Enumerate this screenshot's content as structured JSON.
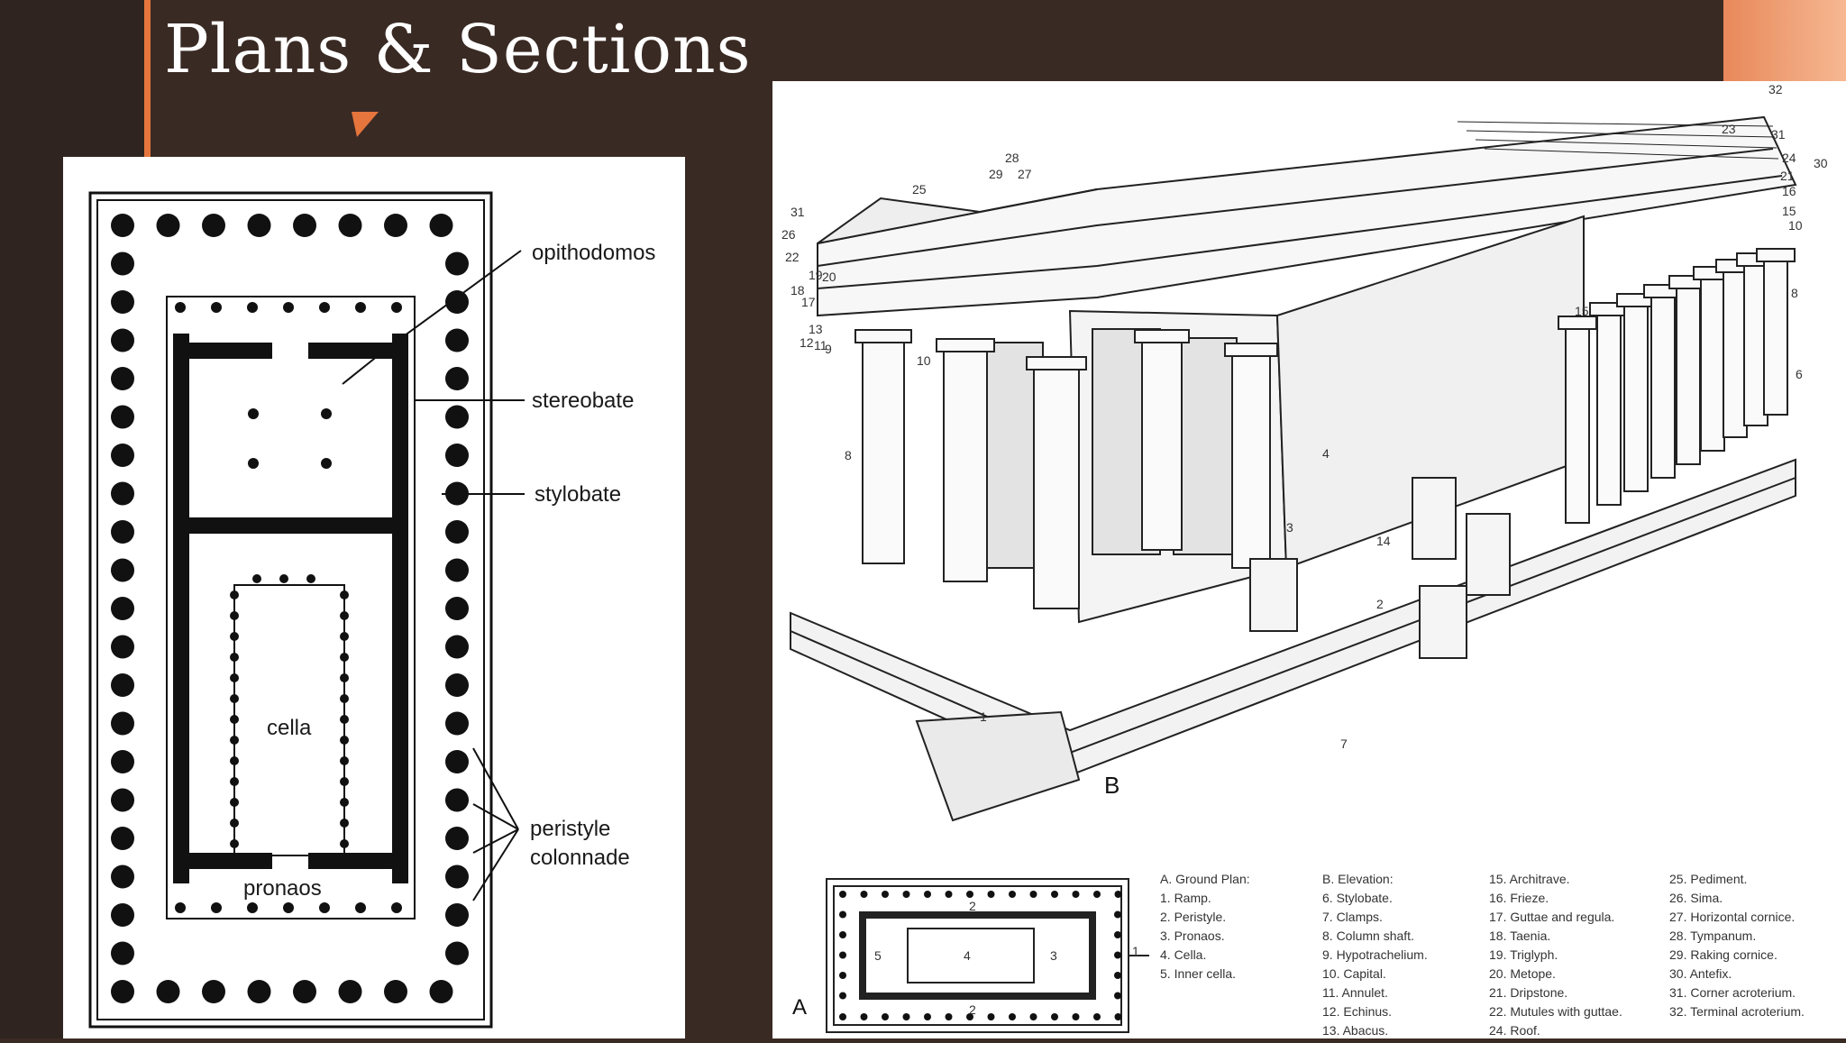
{
  "slide": {
    "title": "Plans & Sections"
  },
  "ground_plan": {
    "labels": {
      "opithodomos": "opithodomos",
      "stereobate": "stereobate",
      "stylobate": "stylobate",
      "cella": "cella",
      "pronaos": "pronaos",
      "peristyle_line1": "peristyle",
      "peristyle_line2": "colonnade"
    }
  },
  "elevation": {
    "figure_label_b": "B",
    "figure_label_a": "A",
    "legend_columns": [
      [
        "A. Ground Plan:",
        "1. Ramp.",
        "2. Peristyle.",
        "3. Pronaos.",
        "4. Cella.",
        "5. Inner cella."
      ],
      [
        "B. Elevation:",
        "6. Stylobate.",
        "7. Clamps.",
        "8. Column shaft.",
        "9. Hypotrachelium.",
        "10. Capital.",
        "11. Annulet.",
        "12. Echinus.",
        "13. Abacus."
      ],
      [
        "15. Architrave.",
        "16. Frieze.",
        "17. Guttae and regula.",
        "18. Taenia.",
        "19. Triglyph.",
        "20. Metope.",
        "21. Dripstone.",
        "22. Mutules with guttae.",
        "24. Roof."
      ],
      [
        "25. Pediment.",
        "26. Sima.",
        "27. Horizontal cornice.",
        "28. Tympanum.",
        "29. Raking cornice.",
        "30. Antefix.",
        "31. Corner acroterium.",
        "32. Terminal acroterium."
      ]
    ]
  }
}
